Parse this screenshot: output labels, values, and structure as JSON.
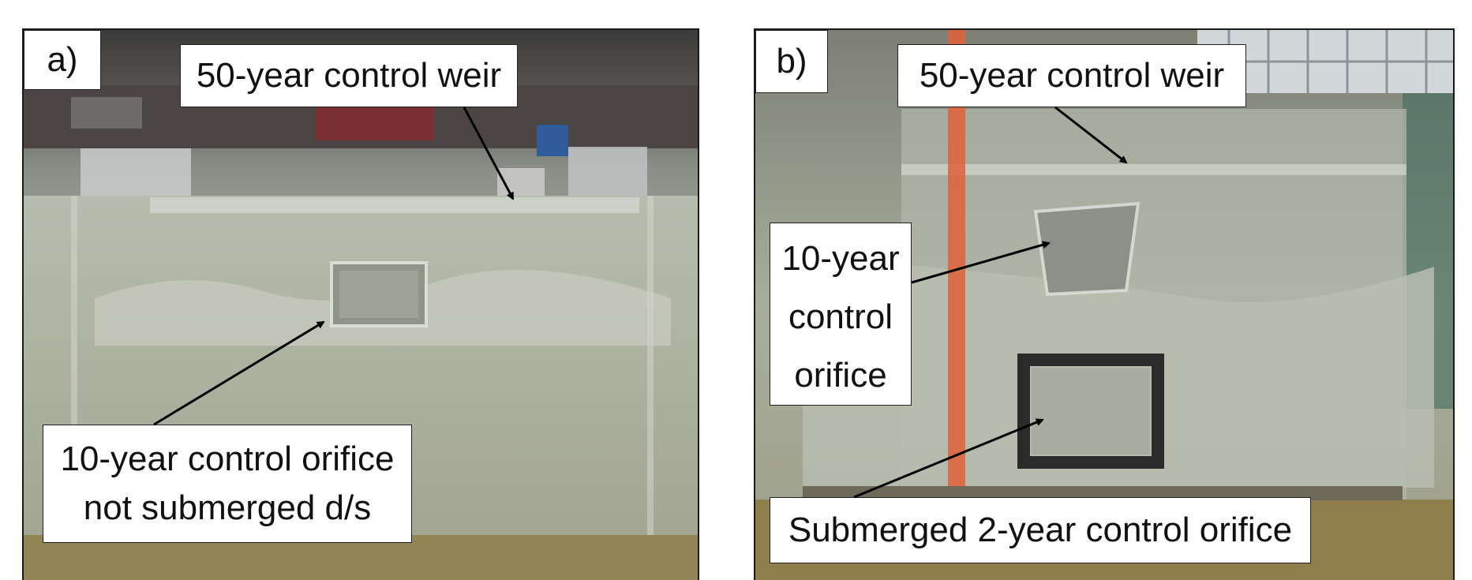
{
  "panels": [
    {
      "letter": "a)",
      "labels": {
        "weir": "50-year control weir",
        "orifice_line1": "10-year control orifice",
        "orifice_line2": "not submerged d/s"
      }
    },
    {
      "letter": "b)",
      "labels": {
        "weir": "50-year control weir",
        "orifice10_line1": "10-year",
        "orifice10_line2": "control",
        "orifice10_line3": "orifice",
        "orifice2": "Submerged 2-year control orifice"
      }
    }
  ],
  "colors": {
    "water": "#a9ae9c",
    "floor": "#9c8a4c",
    "ruler": "#e0603a"
  }
}
